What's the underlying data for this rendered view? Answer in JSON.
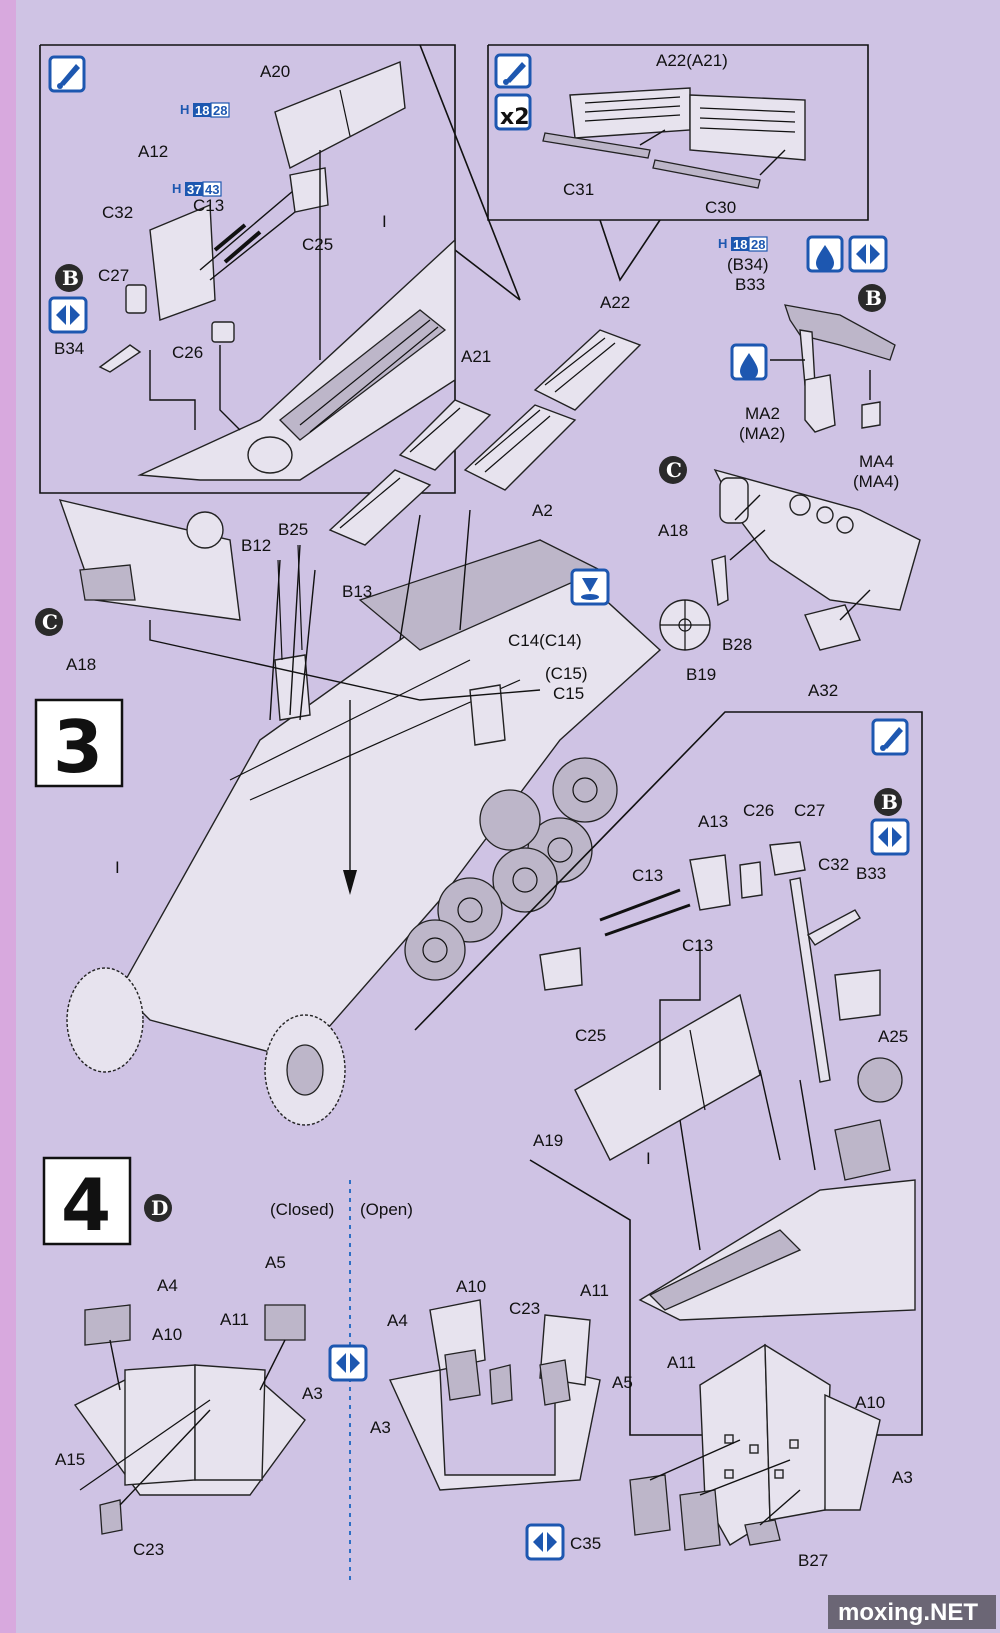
{
  "steps": {
    "step3": "3",
    "step4": "4"
  },
  "callout_letters": {
    "b1": "B",
    "b2": "B",
    "b3": "B",
    "c1": "C",
    "c2": "C",
    "d1": "D"
  },
  "icons": {
    "glue": "glue-icon",
    "times_two": "x2",
    "option": "option-icon",
    "paint": "paint-drop-icon",
    "drill": "drill-hole-icon"
  },
  "badges": {
    "h1828_a": {
      "prefix": "H",
      "n1": "18",
      "n2": "28"
    },
    "h3743": {
      "prefix": "H",
      "n1": "37",
      "n2": "43"
    },
    "h1828_b": {
      "prefix": "H",
      "n1": "18",
      "n2": "28"
    }
  },
  "labels": {
    "A20": "A20",
    "A12": "A12",
    "C32_top": "C32",
    "C13_top": "C13",
    "C25_top": "C25",
    "C27_top": "C27",
    "B34_top": "B34",
    "C26_top": "C26",
    "I_top": "I",
    "A22A21": "A22(A21)",
    "C31": "C31",
    "C30": "C30",
    "A22": "A22",
    "A21": "A21",
    "B34p": "(B34)",
    "B33_top": "B33",
    "MA2": "MA2",
    "MA2p": "(MA2)",
    "MA4": "MA4",
    "MA4p": "(MA4)",
    "A18_right": "A18",
    "B28": "B28",
    "B19": "B19",
    "A32": "A32",
    "A2": "A2",
    "B12": "B12",
    "B25": "B25",
    "B13": "B13",
    "A18_left": "A18",
    "C14": "C14(C14)",
    "C15p": "(C15)",
    "C15": "C15",
    "I_mid": "I",
    "A13": "A13",
    "C26_r": "C26",
    "C27_r": "C27",
    "C32_r": "C32",
    "B33_r": "B33",
    "C13_r1": "C13",
    "C13_r2": "C13",
    "C25_r": "C25",
    "A25": "A25",
    "A19": "A19",
    "I_r": "I",
    "closed": "(Closed)",
    "open": "(Open)",
    "A4_l": "A4",
    "A5_l": "A5",
    "A10_l": "A10",
    "A11_l": "A11",
    "A3_l": "A3",
    "A15": "A15",
    "C23_l": "C23",
    "A10_m": "A10",
    "A4_m": "A4",
    "C23_m": "C23",
    "A11_m": "A11",
    "A5_m": "A5",
    "A3_m": "A3",
    "A11_r": "A11",
    "A10_r": "A10",
    "A3_r": "A3",
    "C35": "C35",
    "B27": "B27"
  },
  "watermark": "moxing.NET",
  "colors": {
    "paper": "#cfc3e4",
    "accent": "#1d57b0",
    "ink": "#111111"
  }
}
